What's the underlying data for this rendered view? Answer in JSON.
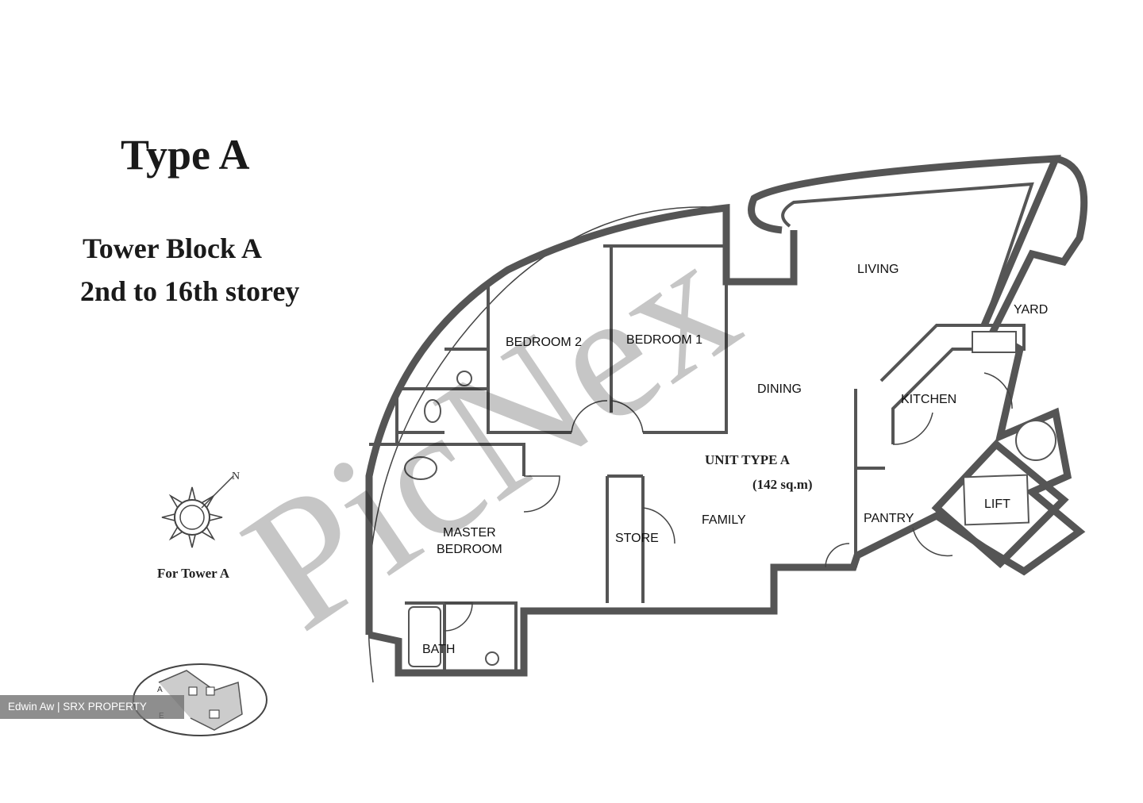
{
  "header": {
    "title": "Type A",
    "block": "Tower Block A",
    "storeys": "2nd to 16th storey"
  },
  "compass": {
    "north_letter": "N",
    "caption": "For Tower A"
  },
  "rooms": {
    "living": "LIVING",
    "yard": "YARD",
    "bedroom_2": "BEDROOM 2",
    "bedroom_1": "BEDROOM 1",
    "dining": "DINING",
    "kitchen": "KITCHEN",
    "family": "FAMILY",
    "store": "STORE",
    "pantry": "PANTRY",
    "lift": "LIFT",
    "master_bedroom_line1": "MASTER",
    "master_bedroom_line2": "BEDROOM",
    "bath": "BATH"
  },
  "unit": {
    "type": "UNIT TYPE A",
    "area": "(142 sq.m)"
  },
  "keyplan": {
    "label_a": "A",
    "label_e": "E"
  },
  "watermark": "PicNex",
  "credit": "Edwin Aw | SRX PROPERTY"
}
